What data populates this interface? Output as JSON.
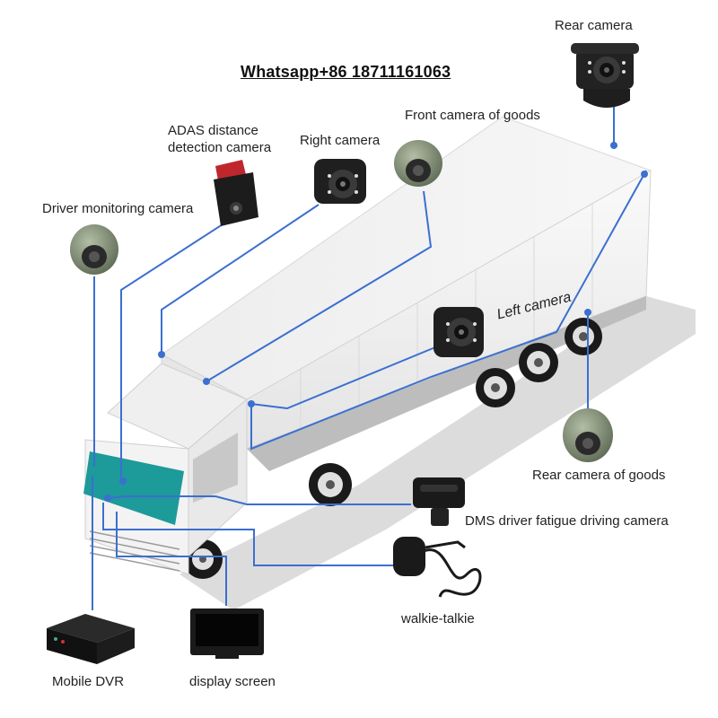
{
  "contact_text": "Whatsapp+86 18711161063",
  "colors": {
    "connector": "#3b6fd0",
    "truck_body": "#f2f2f2",
    "truck_shadow": "#c9c9c9",
    "ground": "#d6d6d6",
    "windshield": "#1d9a9a",
    "device_dark": "#1a1a1a",
    "camera_shell": "#8c9a7e",
    "adas_red": "#c0272d"
  },
  "labels": {
    "rear_camera": "Rear camera",
    "front_camera_goods": "Front camera of goods",
    "adas_camera": "ADAS distance\ndetection camera",
    "right_camera": "Right camera",
    "driver_monitoring_camera": "Driver monitoring camera",
    "left_camera": "Left camera",
    "rear_camera_goods": "Rear camera of goods",
    "dms_camera": "DMS driver fatigue driving camera",
    "walkie_talkie": "walkie-talkie",
    "mobile_dvr": "Mobile DVR",
    "display_screen": "display screen"
  }
}
